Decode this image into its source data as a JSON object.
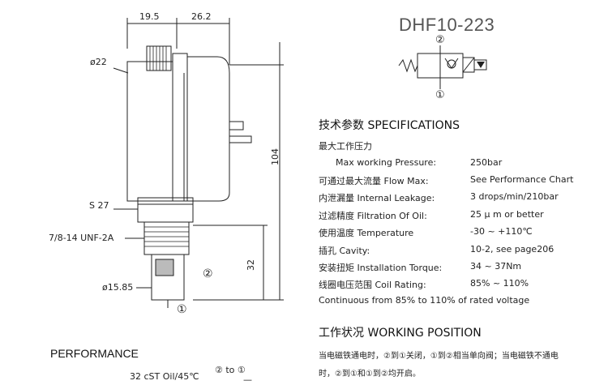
{
  "drawing": {
    "dim_left": "19.5",
    "dim_top": "26.2",
    "dim_diameter_top": "ø22",
    "dim_height": "104",
    "dim_hex": "S 27",
    "dim_thread": "7/8-14 UNF-2A",
    "dim_lower": "32",
    "dim_diameter_bottom": "ø15.85",
    "port_2": "②",
    "port_1": "①"
  },
  "header": {
    "model": "DHF10-223",
    "port_2": "②",
    "port_1": "①"
  },
  "specs": {
    "heading": "技术参数 SPECIFICATIONS",
    "sub_heading": "最大工作压力",
    "rows": [
      {
        "label": "Max working Pressure:",
        "value": "250bar"
      },
      {
        "label": "可通过最大流量 Flow Max:",
        "value": "See Performance Chart"
      },
      {
        "label": "内泄漏量 Internal Leakage:",
        "value": "3 drops/min/210bar"
      },
      {
        "label": "过滤精度 Filtration Of Oil:",
        "value": "25 μ m or better"
      },
      {
        "label": "使用温度 Temperature",
        "value": "-30 ~ +110℃"
      },
      {
        "label": "插孔 Cavity:",
        "value": "10-2, see page206"
      },
      {
        "label": "安装扭矩 Installation Torque:",
        "value": "34 ~ 37Nm"
      },
      {
        "label": "线圈电压范围 Coil Rating:",
        "value": "85% ~ 110%"
      }
    ],
    "note": "Continuous from 85% to 110% of rated voltage"
  },
  "working": {
    "heading": "工作状况 WORKING POSITION",
    "line1": "当电磁铁通电时，②到①关闭，①到②相当单向阀；当电磁铁不通电",
    "line2": "时，②到①和①到②均开启。"
  },
  "performance": {
    "heading": "PERFORMANCE",
    "oil": "32 cST Oil/45℃",
    "flow_label_a": "② to ①",
    "flow_label_b": "—"
  }
}
